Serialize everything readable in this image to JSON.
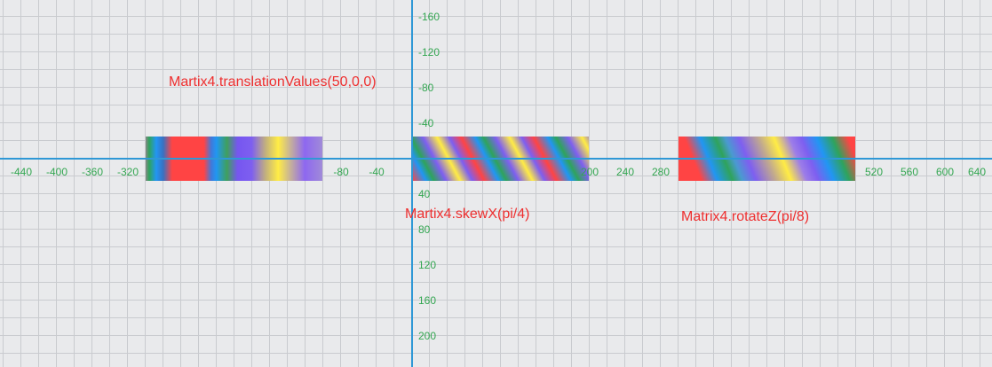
{
  "canvas": {
    "x_ticks": [
      "-440",
      "-400",
      "-360",
      "-320",
      "-80",
      "-40",
      "200",
      "240",
      "280",
      "520",
      "560",
      "600",
      "640"
    ],
    "y_ticks_above": [
      "-160",
      "-120",
      "-80",
      "-40"
    ],
    "y_ticks_below": [
      "40",
      "80",
      "120",
      "160",
      "200"
    ]
  },
  "captions": {
    "translation": "Martix4.translationValues(50,0,0)",
    "skew": "Martix4.skewX(pi/4)",
    "rotate": "Matrix4.rotateZ(pi/8)"
  },
  "colors": {
    "background": "#e9eaec",
    "grid": "#c9cbcf",
    "axis": "#2f98d6",
    "tick_label": "#33a651",
    "caption": "#ee2f2f",
    "gradient_stops": [
      "#ff4444",
      "#2196f3",
      "#2fa35c",
      "#7e5ff0",
      "#ffec45"
    ]
  }
}
